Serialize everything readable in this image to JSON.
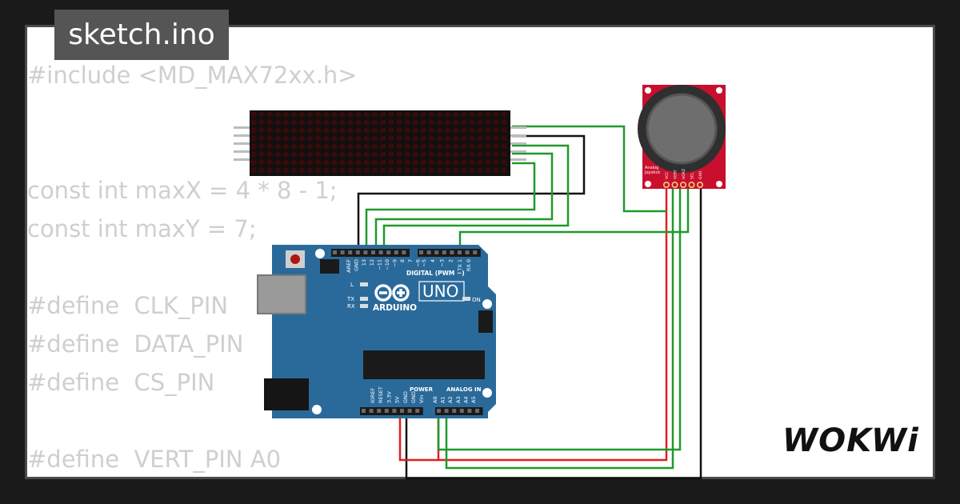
{
  "header": {
    "file_name": "sketch.ino"
  },
  "code_lines": [
    "#include <MD_MAX72xx.h>",
    "",
    "",
    "const int maxX = 4 * 8 - 1;",
    "const int maxY = 7;",
    "",
    "#define  CLK_PIN",
    "#define  DATA_PIN",
    "#define  CS_PIN",
    "",
    "#define  VERT_PIN A0"
  ],
  "arduino": {
    "model_label": "UNO",
    "brand_label": "ARDUINO",
    "digital_label": "DIGITAL (PWM ~)",
    "power_label": "POWER",
    "analog_label": "ANALOG IN",
    "on_label": "ON",
    "l_label": "L",
    "tx_label": "TX",
    "rx_label": "RX",
    "digital_pins": [
      "AREF",
      "GND",
      "13",
      "12",
      "~11",
      "~10",
      "~9",
      "8",
      "7",
      "~6",
      "~5",
      "4",
      "~3",
      "2",
      "TX 1",
      "RX 0"
    ],
    "power_pins": [
      "IOREF",
      "RESET",
      "3.3V",
      "5V",
      "GND",
      "GND",
      "Vin"
    ],
    "analog_pins": [
      "A0",
      "A1",
      "A2",
      "A3",
      "A4",
      "A5"
    ],
    "board_color": "#2a6a9a"
  },
  "joystick": {
    "label_line1": "Analog",
    "label_line2": "Joystick",
    "pins": [
      "VCC",
      "VERT",
      "HORZ",
      "SEL",
      "GND"
    ],
    "board_color": "#c8102e"
  },
  "wire_colors": {
    "green": "#1f9a2a",
    "red": "#e02020",
    "black": "#111111"
  },
  "brand": {
    "logo_text": "WOKWi"
  }
}
